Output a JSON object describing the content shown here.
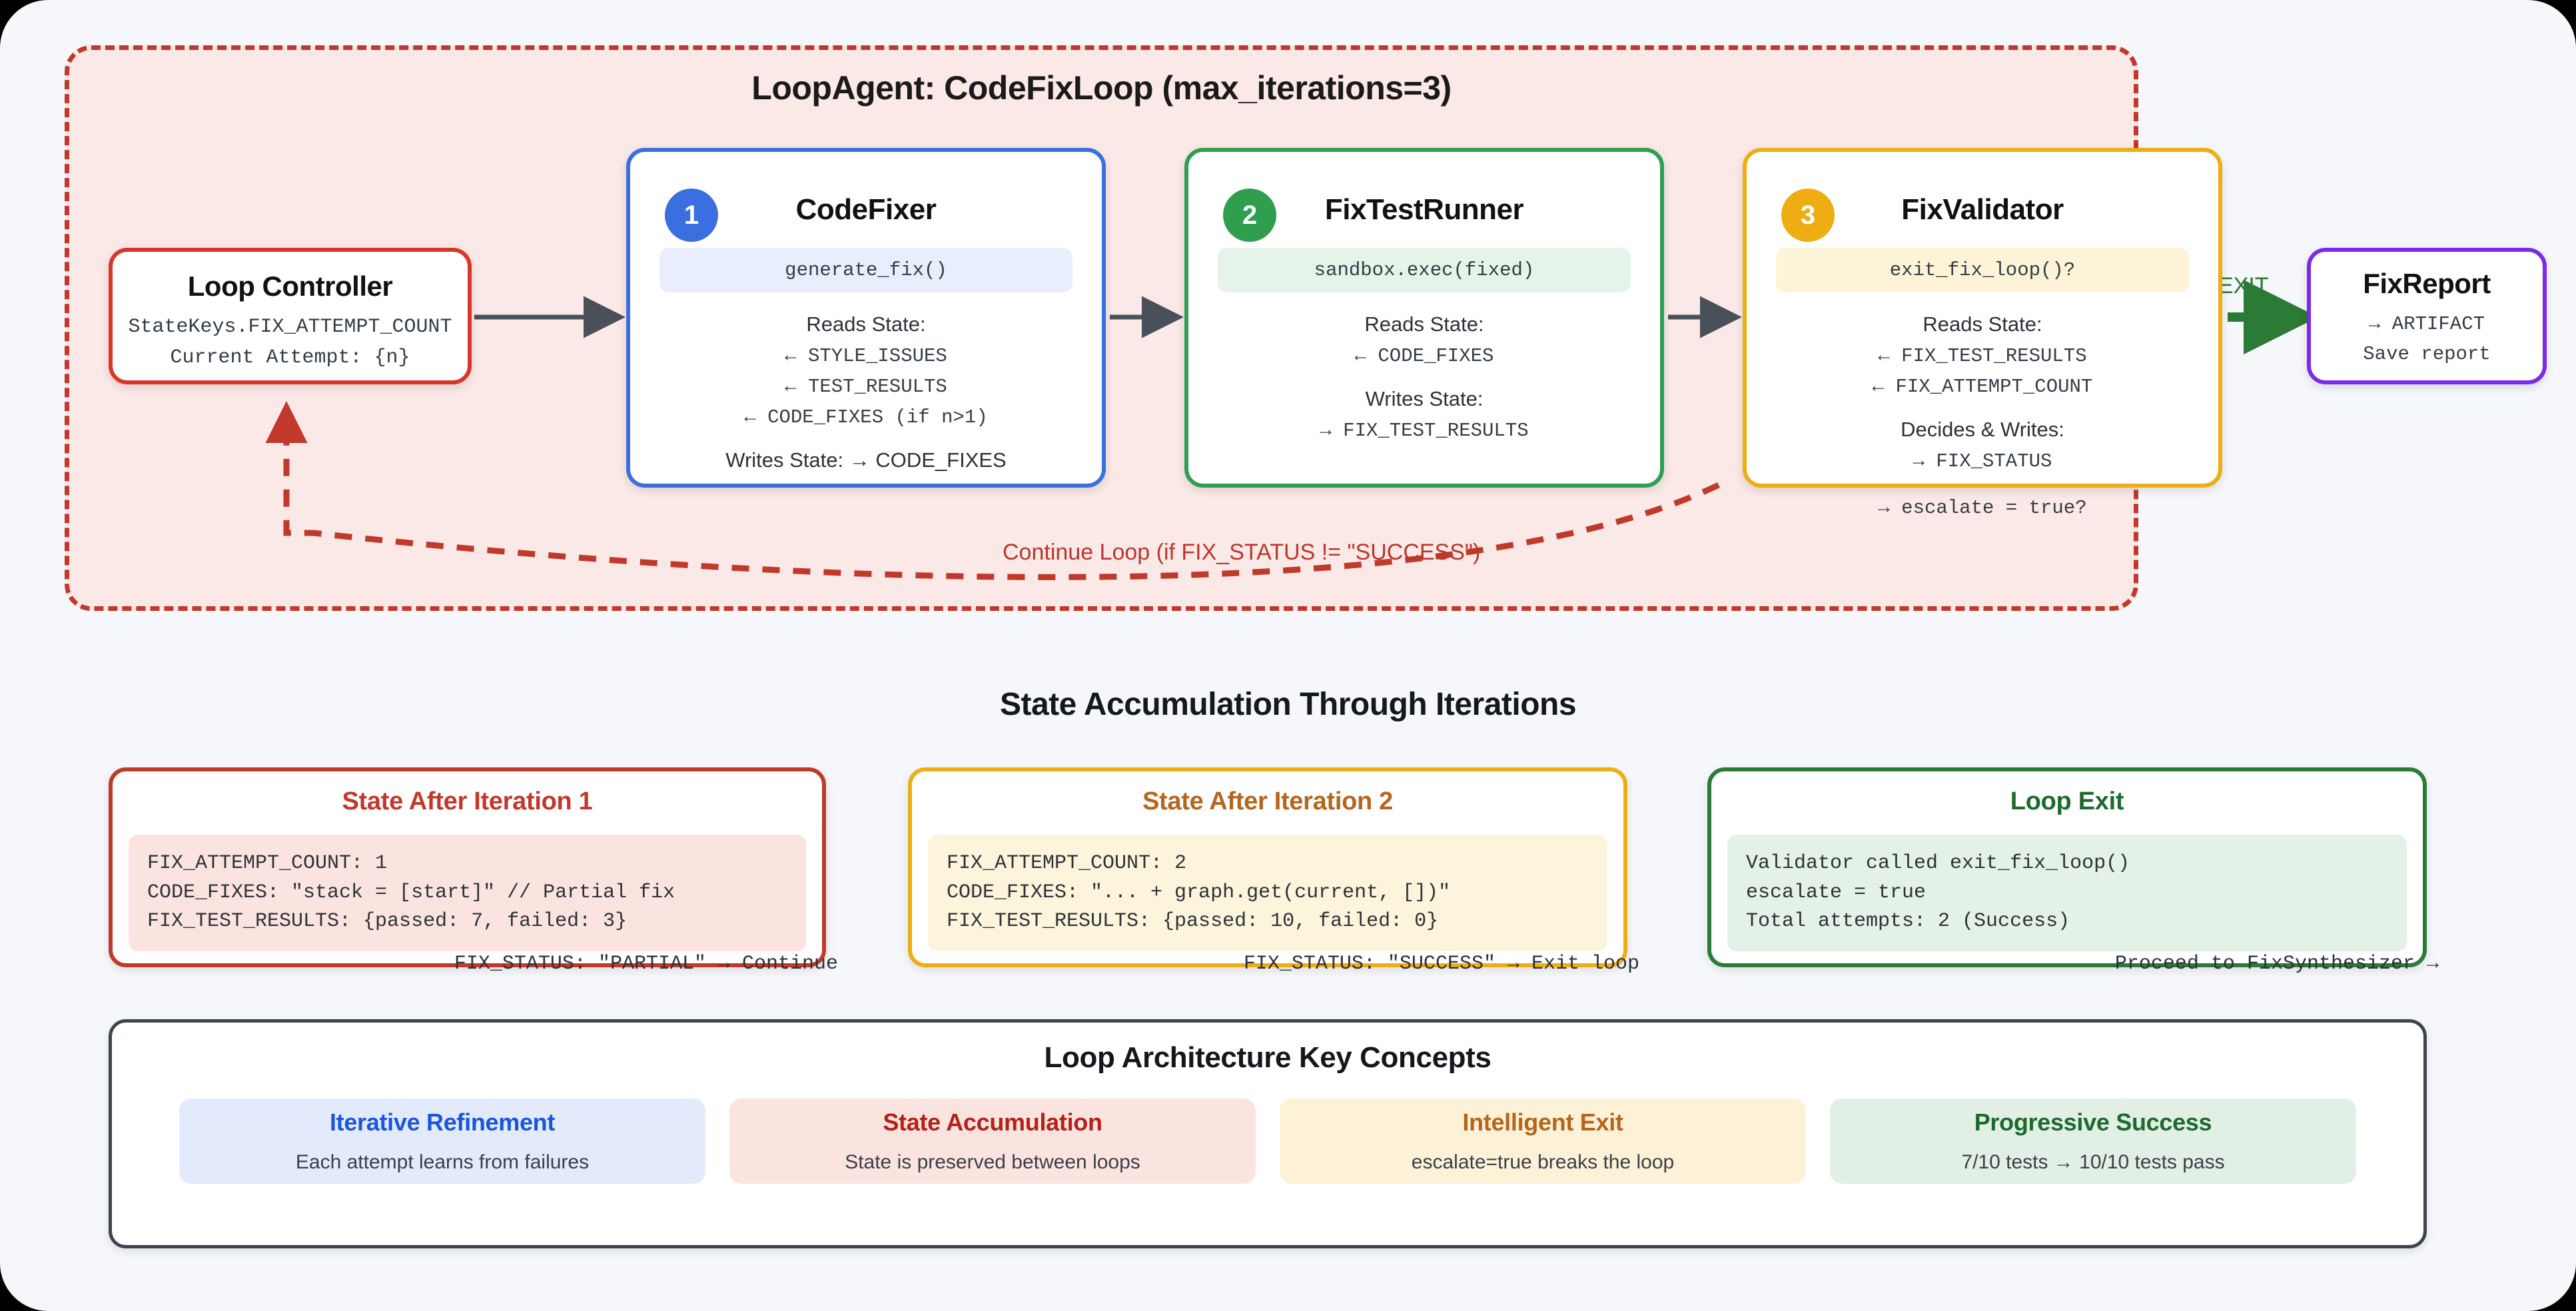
{
  "loop": {
    "title": "LoopAgent: CodeFixLoop (max_iterations=3)",
    "continue_label": "Continue Loop (if FIX_STATUS != \"SUCCESS\")",
    "exit_label": "EXIT",
    "border_color": "#c0392b",
    "fill_color": "#fbe9e7"
  },
  "controller": {
    "title": "Loop Controller",
    "line1": "StateKeys.FIX_ATTEMPT_COUNT",
    "line2": "Current Attempt: {n}",
    "color": "#d9362a"
  },
  "agents": [
    {
      "badge": "1",
      "title": "CodeFixer",
      "code": "generate_fix()",
      "reads_label": "Reads State:",
      "reads": [
        "← STYLE_ISSUES",
        "← TEST_RESULTS",
        "← CODE_FIXES (if n>1)"
      ],
      "writes_label": "Writes State: → CODE_FIXES",
      "color": "#3b6fe0"
    },
    {
      "badge": "2",
      "title": "FixTestRunner",
      "code": "sandbox.exec(fixed)",
      "reads_label": "Reads State:",
      "reads": [
        "← CODE_FIXES"
      ],
      "writes_label": "Writes State:",
      "writes": [
        "→ FIX_TEST_RESULTS"
      ],
      "color": "#2f9e4f"
    },
    {
      "badge": "3",
      "title": "FixValidator",
      "code": "exit_fix_loop()?",
      "reads_label": "Reads State:",
      "reads": [
        "← FIX_TEST_RESULTS",
        "← FIX_ATTEMPT_COUNT"
      ],
      "writes_label": "Decides & Writes:",
      "writes": [
        "→ FIX_STATUS"
      ],
      "overflow": "→ escalate = true?",
      "color": "#eead12"
    }
  ],
  "report": {
    "title": "FixReport",
    "line1": "→ ARTIFACT",
    "line2": "Save report",
    "color": "#7d2ae8"
  },
  "state_section": {
    "heading": "State Accumulation Through Iterations",
    "cards": [
      {
        "title": "State After Iteration 1",
        "lines": [
          "FIX_ATTEMPT_COUNT: 1",
          "CODE_FIXES: \"stack = [start]\" // Partial fix",
          "FIX_TEST_RESULTS: {passed: 7, failed: 3}"
        ],
        "footer": "FIX_STATUS: \"PARTIAL\" → Continue",
        "color": "#c0392b"
      },
      {
        "title": "State After Iteration 2",
        "lines": [
          "FIX_ATTEMPT_COUNT: 2",
          "CODE_FIXES: \"... + graph.get(current, [])\"",
          "FIX_TEST_RESULTS: {passed: 10, failed: 0}"
        ],
        "footer": "FIX_STATUS: \"SUCCESS\" → Exit loop",
        "color": "#eead12"
      },
      {
        "title": "Loop Exit",
        "lines": [
          "Validator called exit_fix_loop()",
          "escalate = true",
          "Total attempts: 2 (Success)"
        ],
        "footer": "Proceed to FixSynthesizer →",
        "color": "#2b7a35"
      }
    ]
  },
  "key_concepts": {
    "title": "Loop Architecture Key Concepts",
    "cards": [
      {
        "head": "Iterative Refinement",
        "sub": "Each attempt learns from failures"
      },
      {
        "head": "State Accumulation",
        "sub": "State is preserved between loops"
      },
      {
        "head": "Intelligent Exit",
        "sub": "escalate=true breaks the loop"
      },
      {
        "head": "Progressive Success",
        "sub": "7/10 tests → 10/10 tests pass"
      }
    ]
  }
}
